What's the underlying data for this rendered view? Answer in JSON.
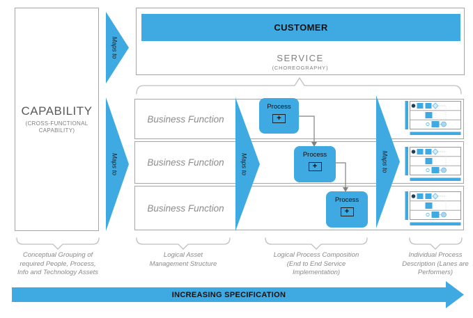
{
  "colors": {
    "blue": "#3FA9E1",
    "blue_dark": "#1C3F5E",
    "blue_light": "#A9D6F0",
    "border": "#A6A6A6",
    "text_dark": "#1A1A1A",
    "text_gray": "#7F7F7F",
    "brace": "#BFBFBF",
    "connector": "#808080"
  },
  "capability": {
    "title": "CAPABILITY",
    "subtitle": "(CROSS-FUNCTIONAL CAPABILITY)"
  },
  "maps_to": "Maps to",
  "service": {
    "customer_label": "CUSTOMER",
    "title": "SERVICE",
    "subtitle": "(CHOREOGRAPHY)"
  },
  "lanes": [
    {
      "label": "Business Function"
    },
    {
      "label": "Business Function"
    },
    {
      "label": "Business Function"
    }
  ],
  "processes": {
    "plus": "+",
    "items": [
      {
        "label": "Process"
      },
      {
        "label": "Process"
      },
      {
        "label": "Process"
      }
    ]
  },
  "icons": {
    "mini_diagram": "swimlane-process-diagram-icon",
    "maps_arrow": "maps-to-arrow-icon",
    "brace": "grouping-brace-icon"
  },
  "captions": [
    {
      "lines": [
        "Conceptual Grouping of",
        "required People, Process,",
        "Info and Technology Assets"
      ]
    },
    {
      "lines": [
        "Logical Asset",
        "Management Structure"
      ]
    },
    {
      "lines": [
        "Logical Process Composition",
        "(End to End Service",
        "Implementation)"
      ]
    },
    {
      "lines": [
        "Individual Process",
        "Description (Lanes are",
        "Performers)"
      ]
    }
  ],
  "bottom_arrow": {
    "label": "INCREASING SPECIFICATION"
  }
}
